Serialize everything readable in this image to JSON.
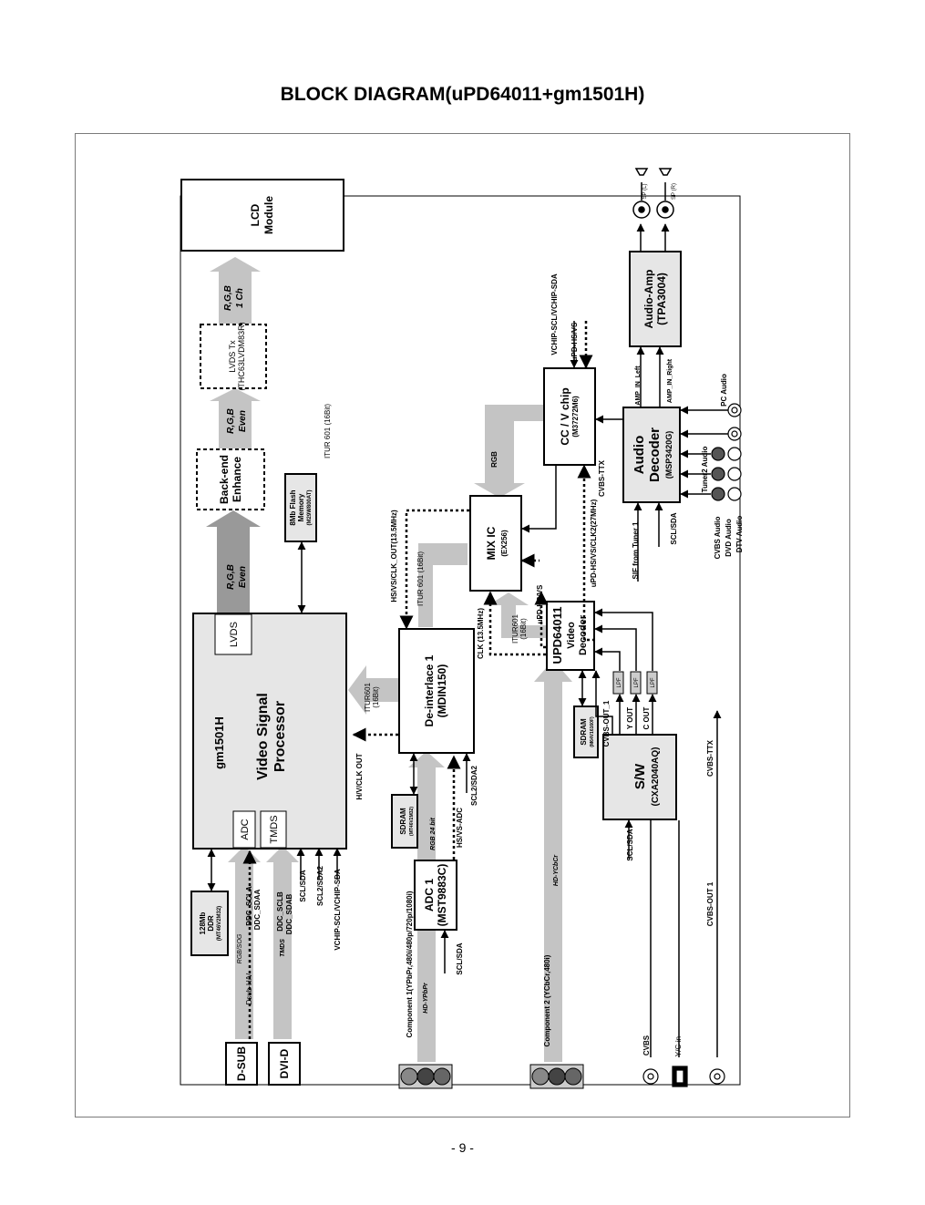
{
  "title": "BLOCK DIAGRAM(uPD64011+gm1501H)",
  "page_number": "- 9 -",
  "blocks": {
    "lcd_module": [
      "LCD",
      "Module"
    ],
    "lvds_tx": [
      "LVDS Tx",
      "(THC63LVDM83R)"
    ],
    "back_end": [
      "Back-end",
      "Enhance"
    ],
    "flash": [
      "8Mb Flash",
      "Memory",
      "(M29W800AT)"
    ],
    "gm1501h": "gm1501H",
    "vsp": [
      "Video Signal",
      "Processor"
    ],
    "lvds_port": "LVDS",
    "adc_port": "ADC",
    "tmds_port": "TMDS",
    "ddr": [
      "128Mb",
      "DDR",
      "(MT46V2M32)"
    ],
    "deinterlace": [
      "De-interlace 1",
      "(MDIN150)"
    ],
    "sdram1": [
      "SDRAM",
      "(MT46V2M32)"
    ],
    "adc1": [
      "ADC 1",
      "(MST9883C)"
    ],
    "mixic": [
      "MIX IC",
      "(EX256)"
    ],
    "upd": [
      "UPD64011",
      "Video",
      "Decoder"
    ],
    "sdram2": [
      "SDRAM",
      "(M64V16160F)"
    ],
    "ccv": [
      "CC / V chip",
      "(M37272M6)"
    ],
    "audio_decoder": [
      "Audio",
      "Decoder",
      "(MSP3420G)"
    ],
    "audio_amp": [
      "Audio-Amp",
      "(TPA3004)"
    ],
    "sw": [
      "S/W",
      "(CXA2040AQ)"
    ],
    "lpf": "LPF",
    "dsub": "D-SUB",
    "dvid": "DVI-D"
  },
  "labels": {
    "rgb_1ch": [
      "R,G,B",
      "1 Ch"
    ],
    "rgb_even_top": [
      "R,G,B",
      "Even"
    ],
    "rgb_even_bottom": [
      "R,G,B",
      "Even"
    ],
    "itur601_16bit_top": "ITUR 601 (16Bit)",
    "itur601_16bit_mid": "ITUR 601 (16Bit)",
    "itur601_mix": [
      "ITUR601",
      "(16Bit)"
    ],
    "itur601_left": [
      "ITUR601",
      "(16Bit)"
    ],
    "hs_vs_clk_out": "HS/VS/CLK_OUT(13.5MHz)",
    "clk_135": "CLK (13.5MHz)",
    "upd_hsvs_mid": "uPD-HS/VS",
    "upd_hsvs_clk2": "uPD-HS/VS/CLK2(27MHz)",
    "upd_hsvs_top": "uPD-HS/VS",
    "vchip_scl_sda_top": "VCHIP-SCL/VCHIP-SDA",
    "rgb_mix": "RGB",
    "cvbs_ttx_top": "CVBS-TTX",
    "hv_clk_out": "H/V/CLK OUT",
    "scl2_sda2": "SCL2/SDA2",
    "hs_vs_adc": "HS/VS-ADC",
    "rgb_24bit": "RGB 24 bit",
    "scl_sda_adc1": "SCL/SDA",
    "component1": "Component 1(YPbPr,480i/480p/720p/1080i)",
    "hd_ypbpr": "HD-YPbPr",
    "component2": "Component 2 (YCbCr,480i)",
    "hd_ycbcr": "HD-YCbCr",
    "rgb_sog": "RGB/SOG",
    "dsub_hv": "Dsub-H/V",
    "ddc_scla": "DDC_SCLA",
    "ddc_sdaa": "DDC_SDAA",
    "tmds": "TMDS",
    "ddc_sclb": "DDC_SCLB",
    "ddc_sdab": "DDC_SDAB",
    "scl_sda_gm": "SCL/SDA",
    "scl2_sda2_gm": "SCL2/SDA2",
    "vchip_scl_sda_gm": "VCHIP-SCL/VCHIP-SDA",
    "cvbs_out_1_top": "CVBS-OUT_1",
    "y_out": "Y OUT",
    "c_out": "C OUT",
    "scl_sda_sw": "SCL/SDA",
    "cvbs_ttx_right": "CVBS-TTX",
    "cvbs_out_1": "CVBS-OUT 1",
    "sif_tuner1": "SIF from Tuner 1",
    "scl_sda_audio": "SCL/SDA",
    "amp_in_left": "AMP_IN_Left",
    "amp_in_right": "AMP_IN_Right",
    "pc_audio": "PC Audio",
    "tuner2_audio": "Tuner2  Audio",
    "cvbs_audio": "CVBS Audio",
    "dvd_audio": "DVD Audio",
    "dtv_audio": "DTV Audio",
    "sp_l": "SP (L)",
    "sp_r": "SP (R)",
    "cvbs": "CVBS",
    "yc_in": "Y/C-in"
  }
}
